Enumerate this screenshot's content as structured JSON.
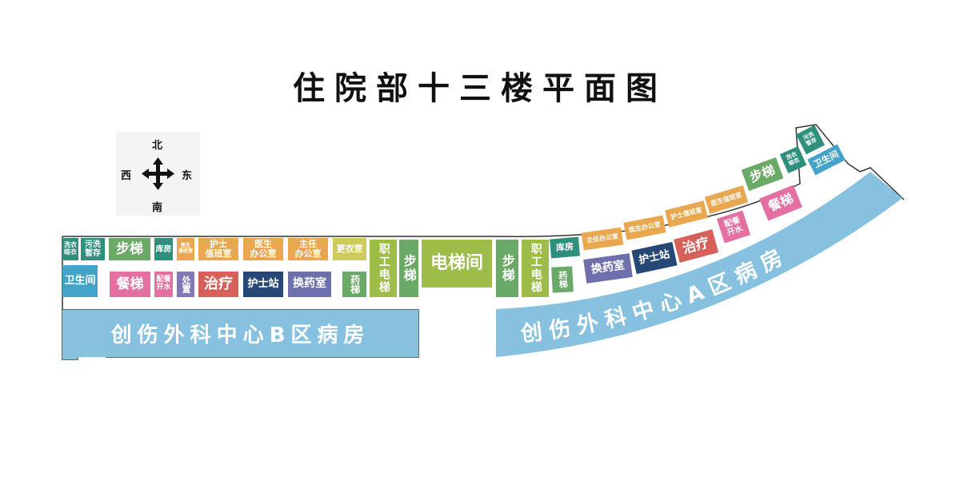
{
  "title": "住院部十三楼平面图",
  "compass": {
    "north": "北",
    "south": "南",
    "west": "西",
    "east": "东"
  },
  "colors": {
    "teal": "#2e8f7c",
    "green": "#6aaa66",
    "orange": "#e9a84f",
    "olive": "#cdcc5a",
    "lime": "#9dbc48",
    "blue": "#43a3c8",
    "pink": "#e46fa1",
    "purple": "#8477b6",
    "red": "#d8605a",
    "navy": "#274876",
    "indigo": "#6e70ae",
    "band": "#86c1df"
  },
  "wing_b": {
    "row1": [
      "洗衣\n晾衣",
      "污洗\n暂存",
      "步梯",
      "库房",
      "医生\n值班室",
      "护士\n值班室",
      "医生\n办公室",
      "主任\n办公室",
      "更衣室"
    ],
    "row2": [
      "卫生间",
      "餐梯",
      "配餐\n开水",
      "处置",
      "治疗",
      "护士站",
      "换药室",
      "药梯"
    ],
    "band": "创伤外科中心B区病房"
  },
  "core": {
    "staff_elevator_left": "职工电梯",
    "stairs_left": "步梯",
    "elevator_hall": "电梯间",
    "stairs_right": "步梯",
    "staff_elevator_right": "职工电梯"
  },
  "wing_a": {
    "row1": [
      "库房",
      "主任办公室",
      "医生办公室",
      "护士值班室",
      "医生值班室",
      "步梯",
      "洗衣\n晾衣",
      "污洗\n暂存",
      "卫生间"
    ],
    "row2": [
      "药梯",
      "换药室",
      "护士站",
      "治疗",
      "配餐\n开水",
      "餐梯"
    ],
    "band": "创伤外科中心A区病房"
  }
}
